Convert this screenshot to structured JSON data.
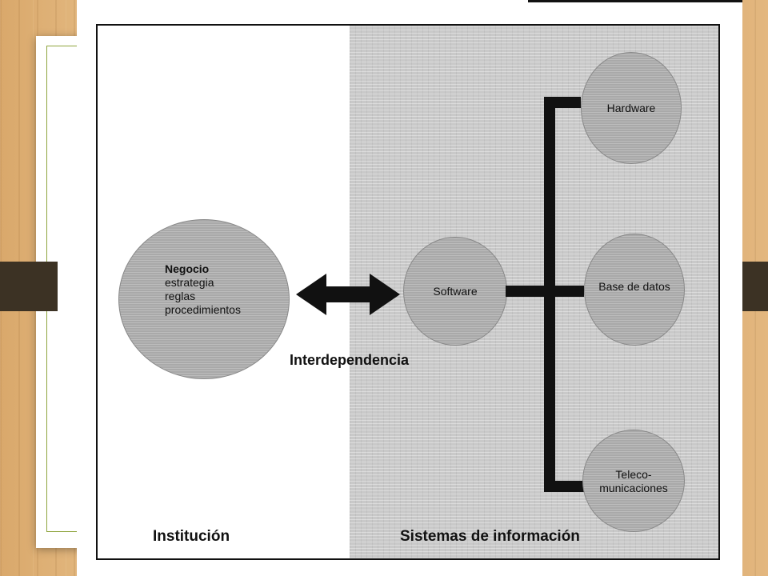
{
  "diagram": {
    "left_panel_label": "Institución",
    "right_panel_label": "Sistemas de información",
    "relation_label": "Interdependencia",
    "business_node": {
      "title": "Negocio",
      "lines": [
        "estrategia",
        "reglas",
        "procedimientos"
      ]
    },
    "software_node": {
      "label": "Software"
    },
    "components": [
      {
        "label": "Hardware"
      },
      {
        "label": "Base de datos"
      },
      {
        "label_line1": "Teleco-",
        "label_line2": "municaciones"
      }
    ]
  },
  "colors": {
    "circle_fill": "#a9a9a9",
    "info_systems_background": "#c9c9c9",
    "connector": "#111111",
    "slide_frame_accent": "#8ea33d"
  }
}
